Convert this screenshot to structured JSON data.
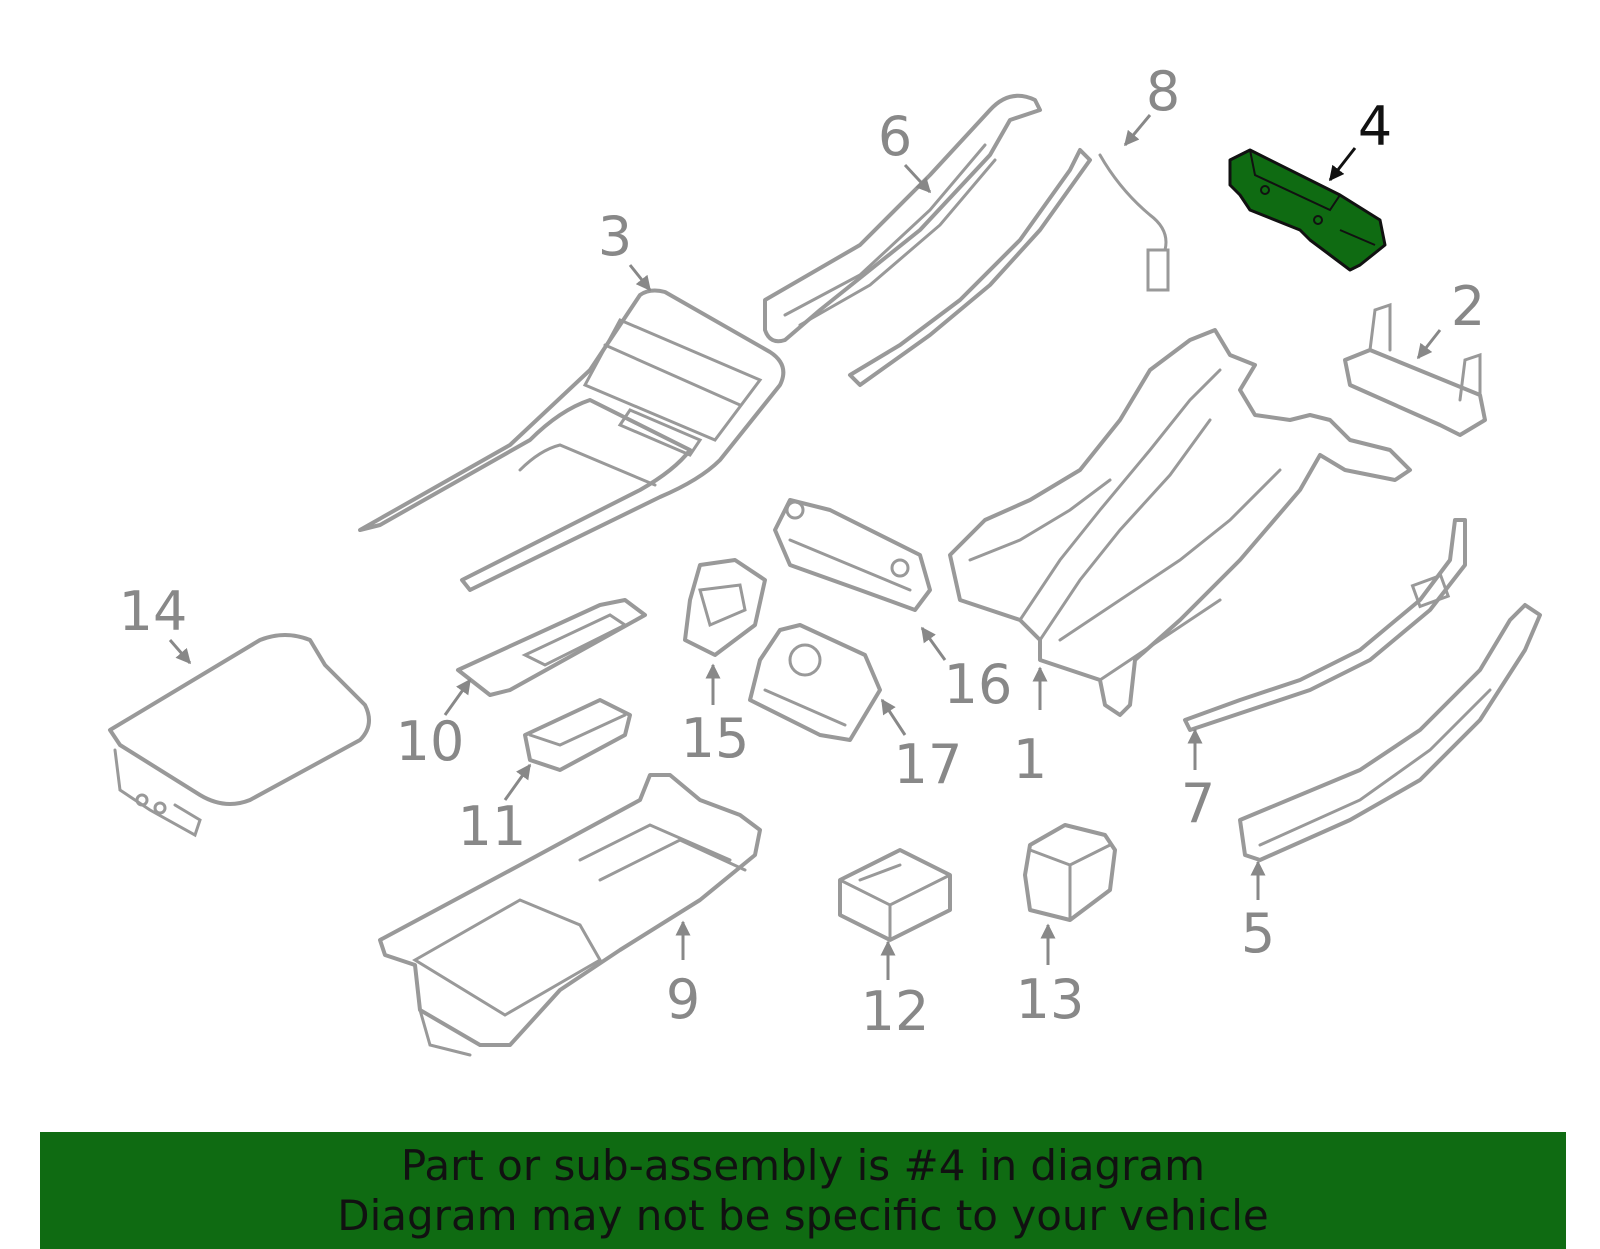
{
  "diagram": {
    "highlight_color": "#0f6b12",
    "part_color": "#999999",
    "selected_part": "4",
    "callouts": [
      {
        "id": "1",
        "label": "1"
      },
      {
        "id": "2",
        "label": "2"
      },
      {
        "id": "3",
        "label": "3"
      },
      {
        "id": "4",
        "label": "4"
      },
      {
        "id": "5",
        "label": "5"
      },
      {
        "id": "6",
        "label": "6"
      },
      {
        "id": "7",
        "label": "7"
      },
      {
        "id": "8",
        "label": "8"
      },
      {
        "id": "9",
        "label": "9"
      },
      {
        "id": "10",
        "label": "10"
      },
      {
        "id": "11",
        "label": "11"
      },
      {
        "id": "12",
        "label": "12"
      },
      {
        "id": "13",
        "label": "13"
      },
      {
        "id": "14",
        "label": "14"
      },
      {
        "id": "15",
        "label": "15"
      },
      {
        "id": "16",
        "label": "16"
      },
      {
        "id": "17",
        "label": "17"
      }
    ]
  },
  "banner": {
    "line1": "Part or sub-assembly is #4 in diagram",
    "line2": "Diagram may not be specific to your vehicle",
    "background": "#0f6b12"
  }
}
